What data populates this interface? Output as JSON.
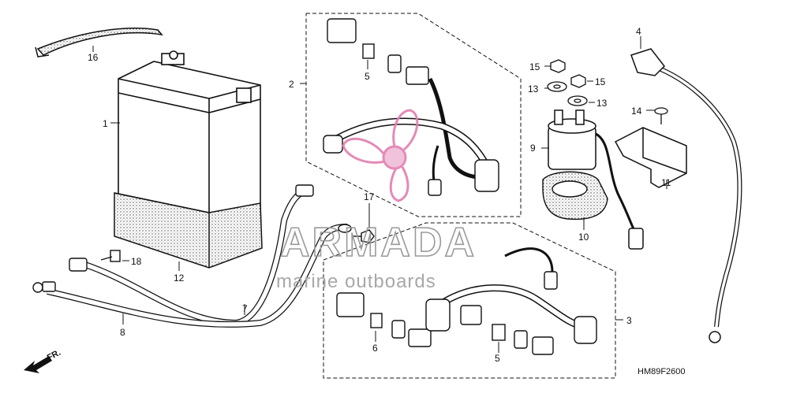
{
  "diagram": {
    "callouts": [
      {
        "id": "1",
        "label": "1"
      },
      {
        "id": "2",
        "label": "2"
      },
      {
        "id": "3",
        "label": "3"
      },
      {
        "id": "4",
        "label": "4"
      },
      {
        "id": "5a",
        "label": "5"
      },
      {
        "id": "5b",
        "label": "5"
      },
      {
        "id": "6",
        "label": "6"
      },
      {
        "id": "7",
        "label": "7"
      },
      {
        "id": "8",
        "label": "8"
      },
      {
        "id": "9",
        "label": "9"
      },
      {
        "id": "10",
        "label": "10"
      },
      {
        "id": "11",
        "label": "11"
      },
      {
        "id": "12",
        "label": "12"
      },
      {
        "id": "13a",
        "label": "13"
      },
      {
        "id": "13b",
        "label": "13"
      },
      {
        "id": "14",
        "label": "14"
      },
      {
        "id": "15a",
        "label": "15"
      },
      {
        "id": "15b",
        "label": "15"
      },
      {
        "id": "16",
        "label": "16"
      },
      {
        "id": "17",
        "label": "17"
      },
      {
        "id": "18",
        "label": "18"
      }
    ],
    "diagram_code": "HM89F2600",
    "direction_label": "FR."
  },
  "watermark": {
    "brand": "ARMADA",
    "tagline": "marine outboards"
  },
  "colors": {
    "line": "#111111",
    "watermark_pink": "#e07fb0",
    "watermark_gray": "#9a9a9a"
  }
}
